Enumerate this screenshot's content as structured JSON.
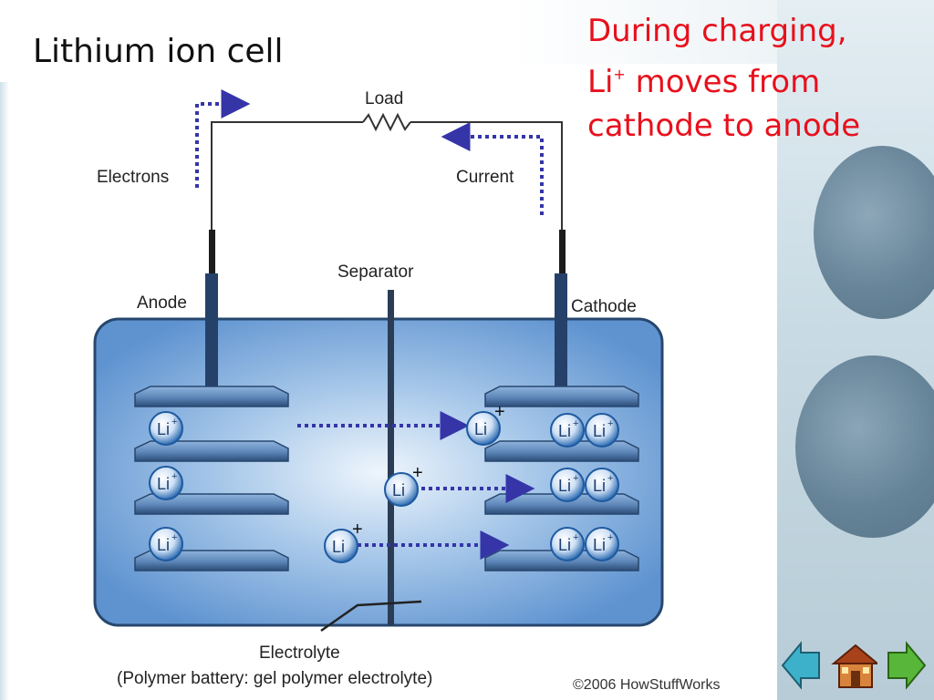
{
  "slide": {
    "title": "Lithium ion cell",
    "note": {
      "line1": "During charging,",
      "line2_prefix": "Li",
      "line2_sup": "+",
      "line2_suffix": " moves from",
      "line3": "cathode to anode"
    }
  },
  "diagram": {
    "labels": {
      "load": "Load",
      "electrons": "Electrons",
      "current": "Current",
      "separator": "Separator",
      "anode": "Anode",
      "cathode": "Cathode",
      "electrolyte": "Electrolyte",
      "electrolyte_detail": "(Polymer battery: gel polymer electrolyte)",
      "copyright": "©2006 HowStuffWorks"
    },
    "ion": {
      "text": "Li",
      "charge": "+"
    },
    "colors": {
      "cell_fill": "#6a9fd8",
      "cell_stroke": "#27476e",
      "electrode": "#25416a",
      "arrow": "#3535a8",
      "ion": "#1e5aa0"
    }
  },
  "nav": {
    "back_icon": "back-arrow-icon",
    "home_icon": "home-icon",
    "forward_icon": "forward-arrow-icon"
  }
}
